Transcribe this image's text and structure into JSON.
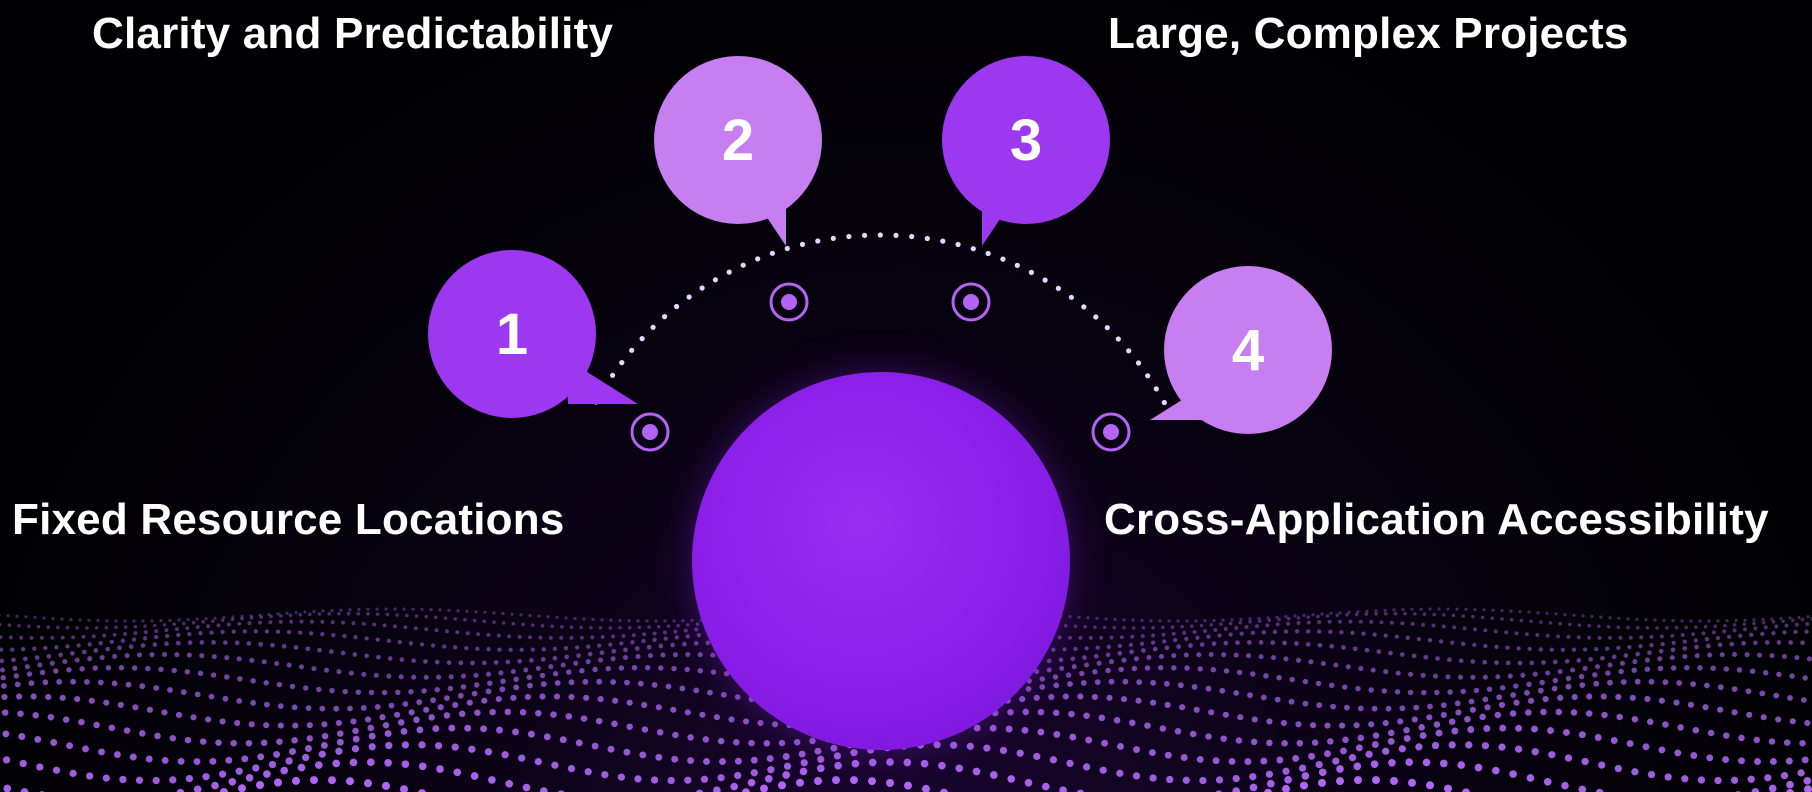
{
  "colors": {
    "background": "#020205",
    "bubble_dark": "#9b38f0",
    "bubble_light": "#c77ef0",
    "center": "#8a1ee8",
    "dots": "#b86cff",
    "text": "#ffffff"
  },
  "items": [
    {
      "number": "1",
      "label": "Fixed Resource Locations"
    },
    {
      "number": "2",
      "label": "Clarity and Predictability"
    },
    {
      "number": "3",
      "label": "Large, Complex Projects"
    },
    {
      "number": "4",
      "label": "Cross-Application Accessibility"
    }
  ]
}
